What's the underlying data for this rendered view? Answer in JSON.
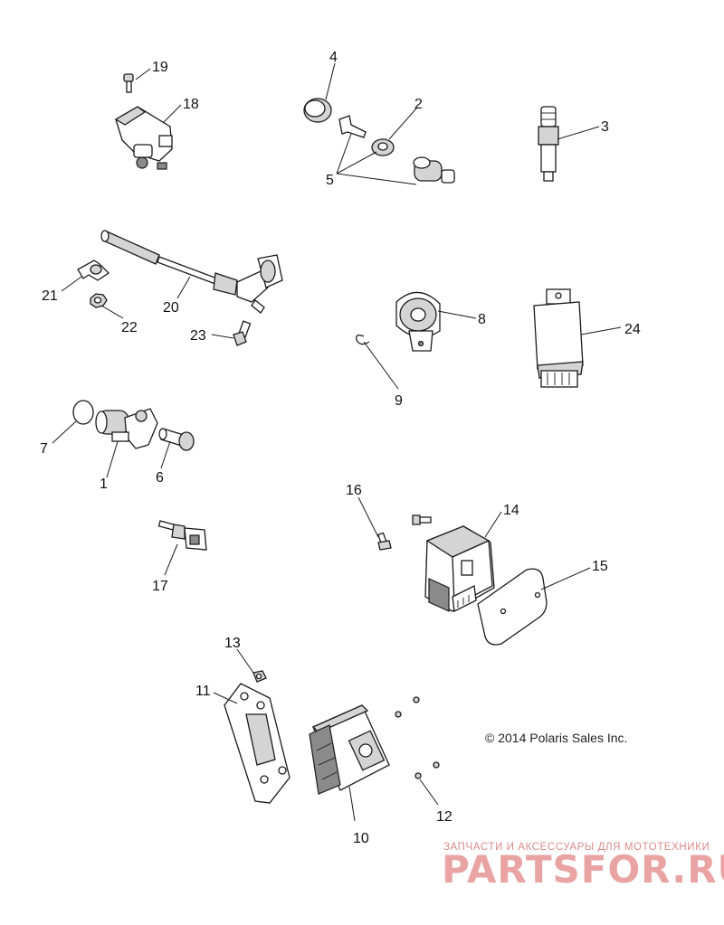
{
  "callouts": {
    "c1": "1",
    "c2": "2",
    "c3": "3",
    "c4": "4",
    "c5": "5",
    "c6": "6",
    "c7": "7",
    "c8": "8",
    "c9": "9",
    "c10": "10",
    "c11": "11",
    "c12": "12",
    "c13": "13",
    "c14": "14",
    "c15": "15",
    "c16": "16",
    "c17": "17",
    "c18": "18",
    "c19": "19",
    "c20": "20",
    "c21": "21",
    "c22": "22",
    "c23": "23",
    "c24": "24"
  },
  "copyright": "© 2014 Polaris Sales Inc.",
  "watermark": {
    "tagline": "ЗАПЧАСТИ И АКСЕССУАРЫ ДЛЯ МОТОТЕХНИКИ",
    "brand": "PARTSFOR.RU"
  }
}
